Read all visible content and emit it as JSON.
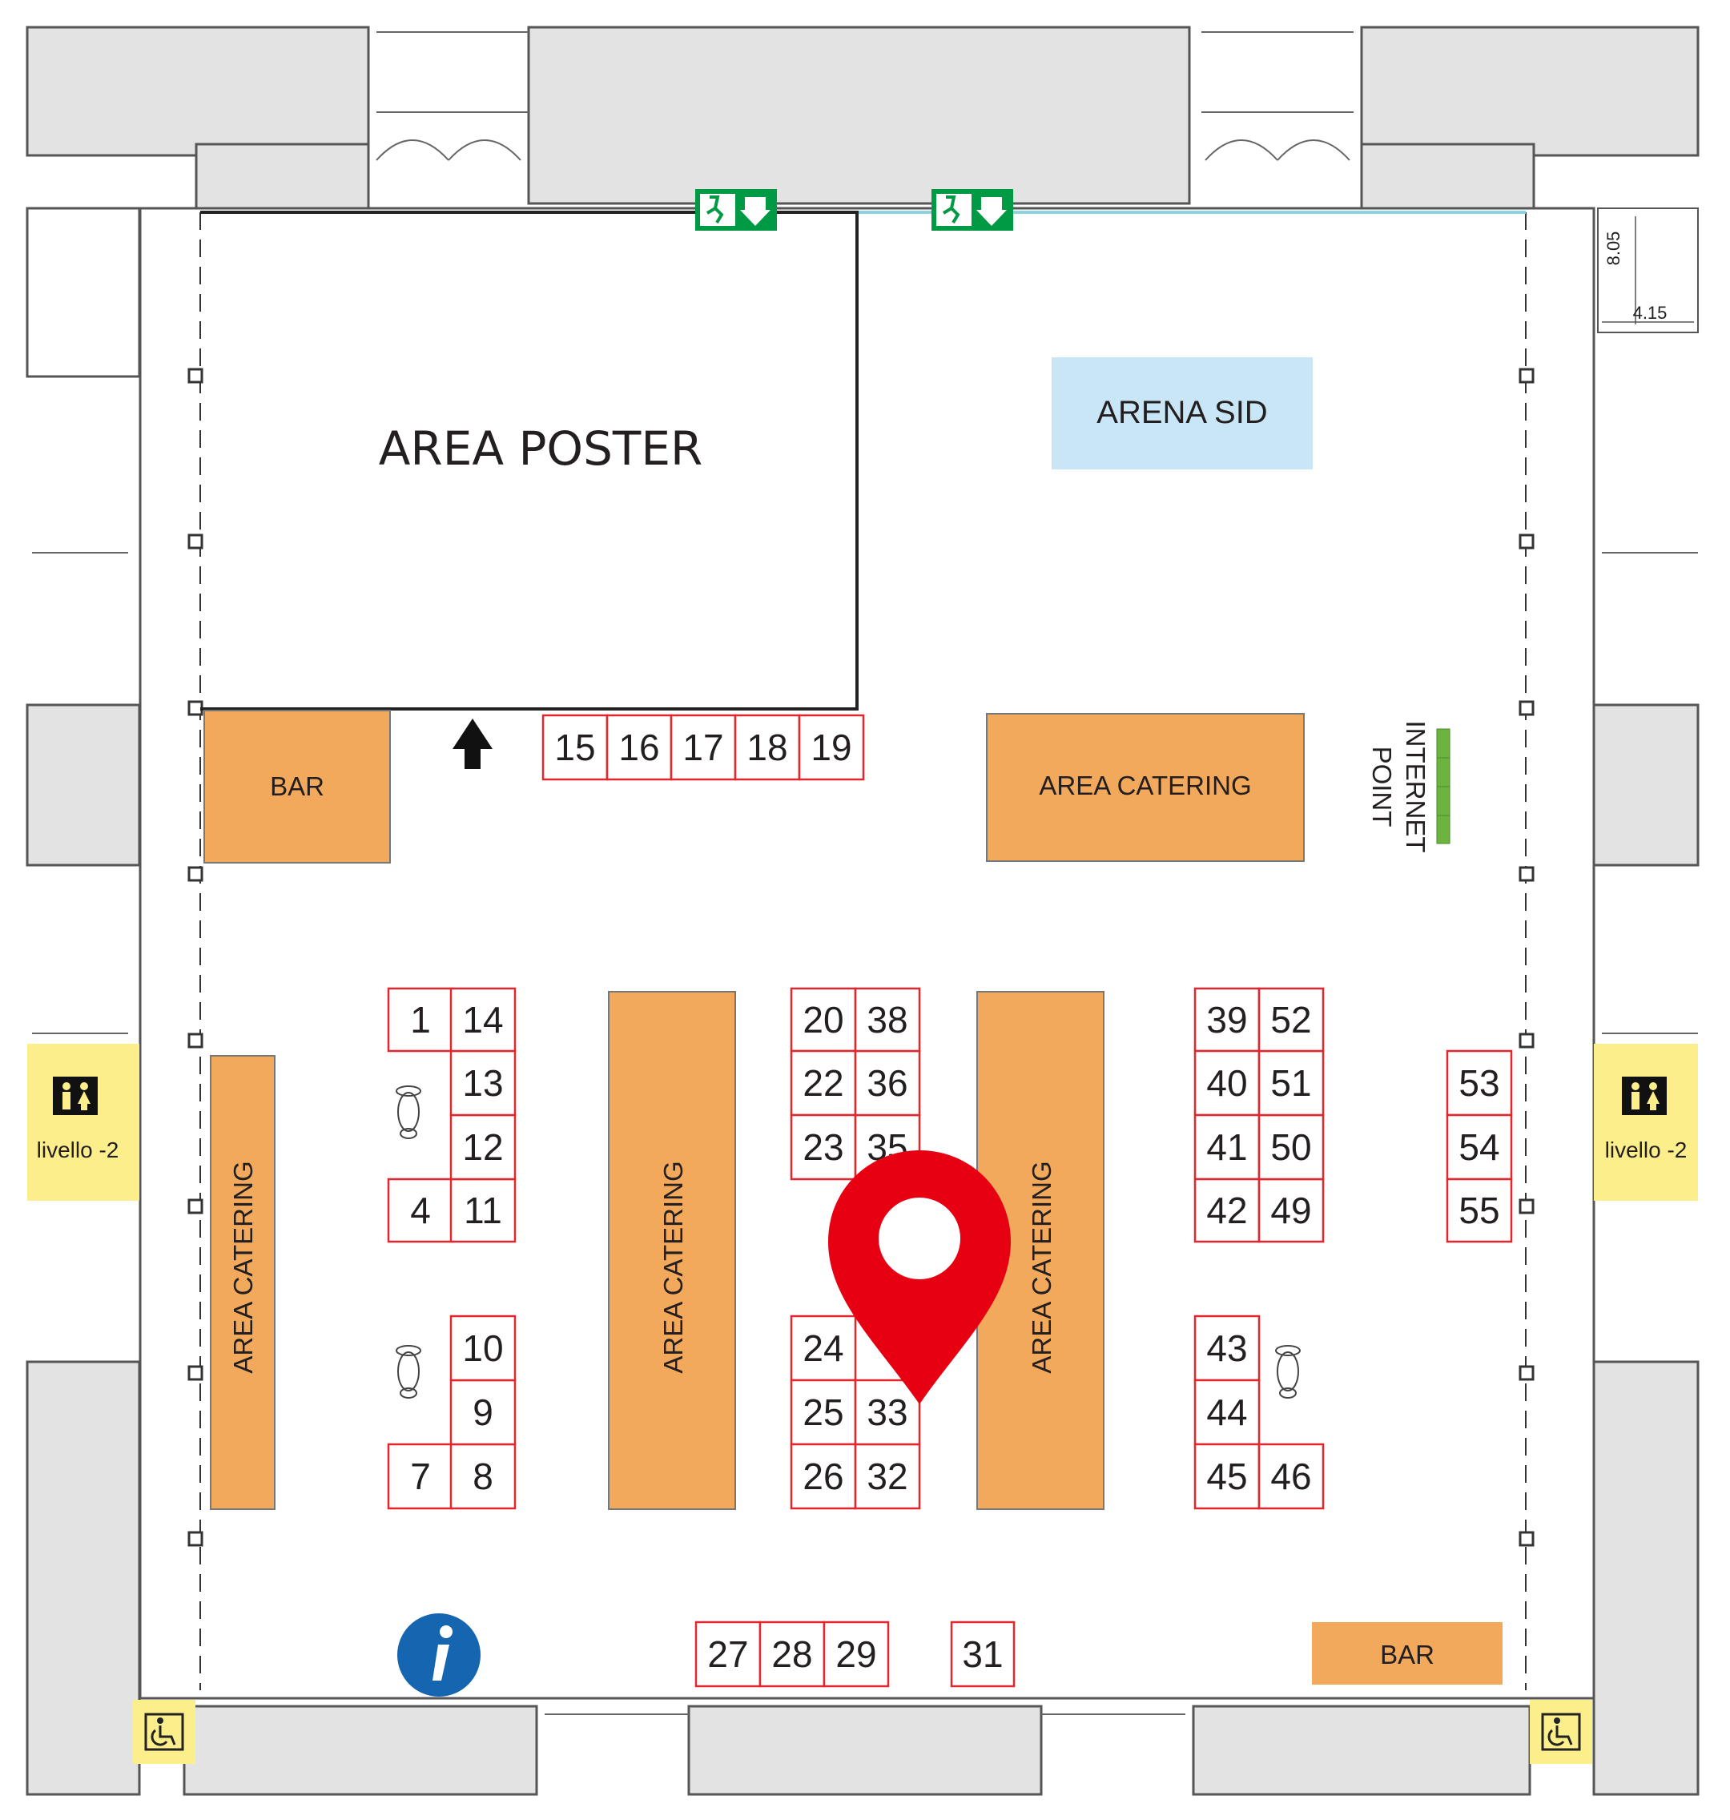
{
  "areas": {
    "poster": "AREA POSTER",
    "arena": "ARENA SID",
    "catering": "AREA CATERING",
    "bar": "BAR",
    "internet_line1": "INTERNET",
    "internet_line2": "POINT",
    "restroom_level": "livello -2"
  },
  "dimensions": {
    "height": "8.05",
    "width": "4.15"
  },
  "booths": [
    "1",
    "4",
    "7",
    "8",
    "9",
    "10",
    "11",
    "12",
    "13",
    "14",
    "15",
    "16",
    "17",
    "18",
    "19",
    "20",
    "22",
    "23",
    "24",
    "25",
    "26",
    "27",
    "28",
    "29",
    "31",
    "32",
    "33",
    "35",
    "36",
    "38",
    "39",
    "40",
    "41",
    "42",
    "43",
    "44",
    "45",
    "46",
    "49",
    "50",
    "51",
    "52",
    "53",
    "54",
    "55"
  ],
  "icons": [
    "emergency-exit-icon",
    "accessible-icon",
    "restroom-icon",
    "info-icon",
    "location-pin-icon",
    "entrance-arrow-icon"
  ],
  "colors": {
    "catering": "#f2a95c",
    "arena": "#c8e6f5",
    "restroom": "#fdee8c",
    "booth_border": "#e3262d",
    "pin": "#e70012",
    "info": "#1565b0",
    "exit": "#009a44",
    "internet": "#6cb33f",
    "wall": "#e3e3e3"
  }
}
